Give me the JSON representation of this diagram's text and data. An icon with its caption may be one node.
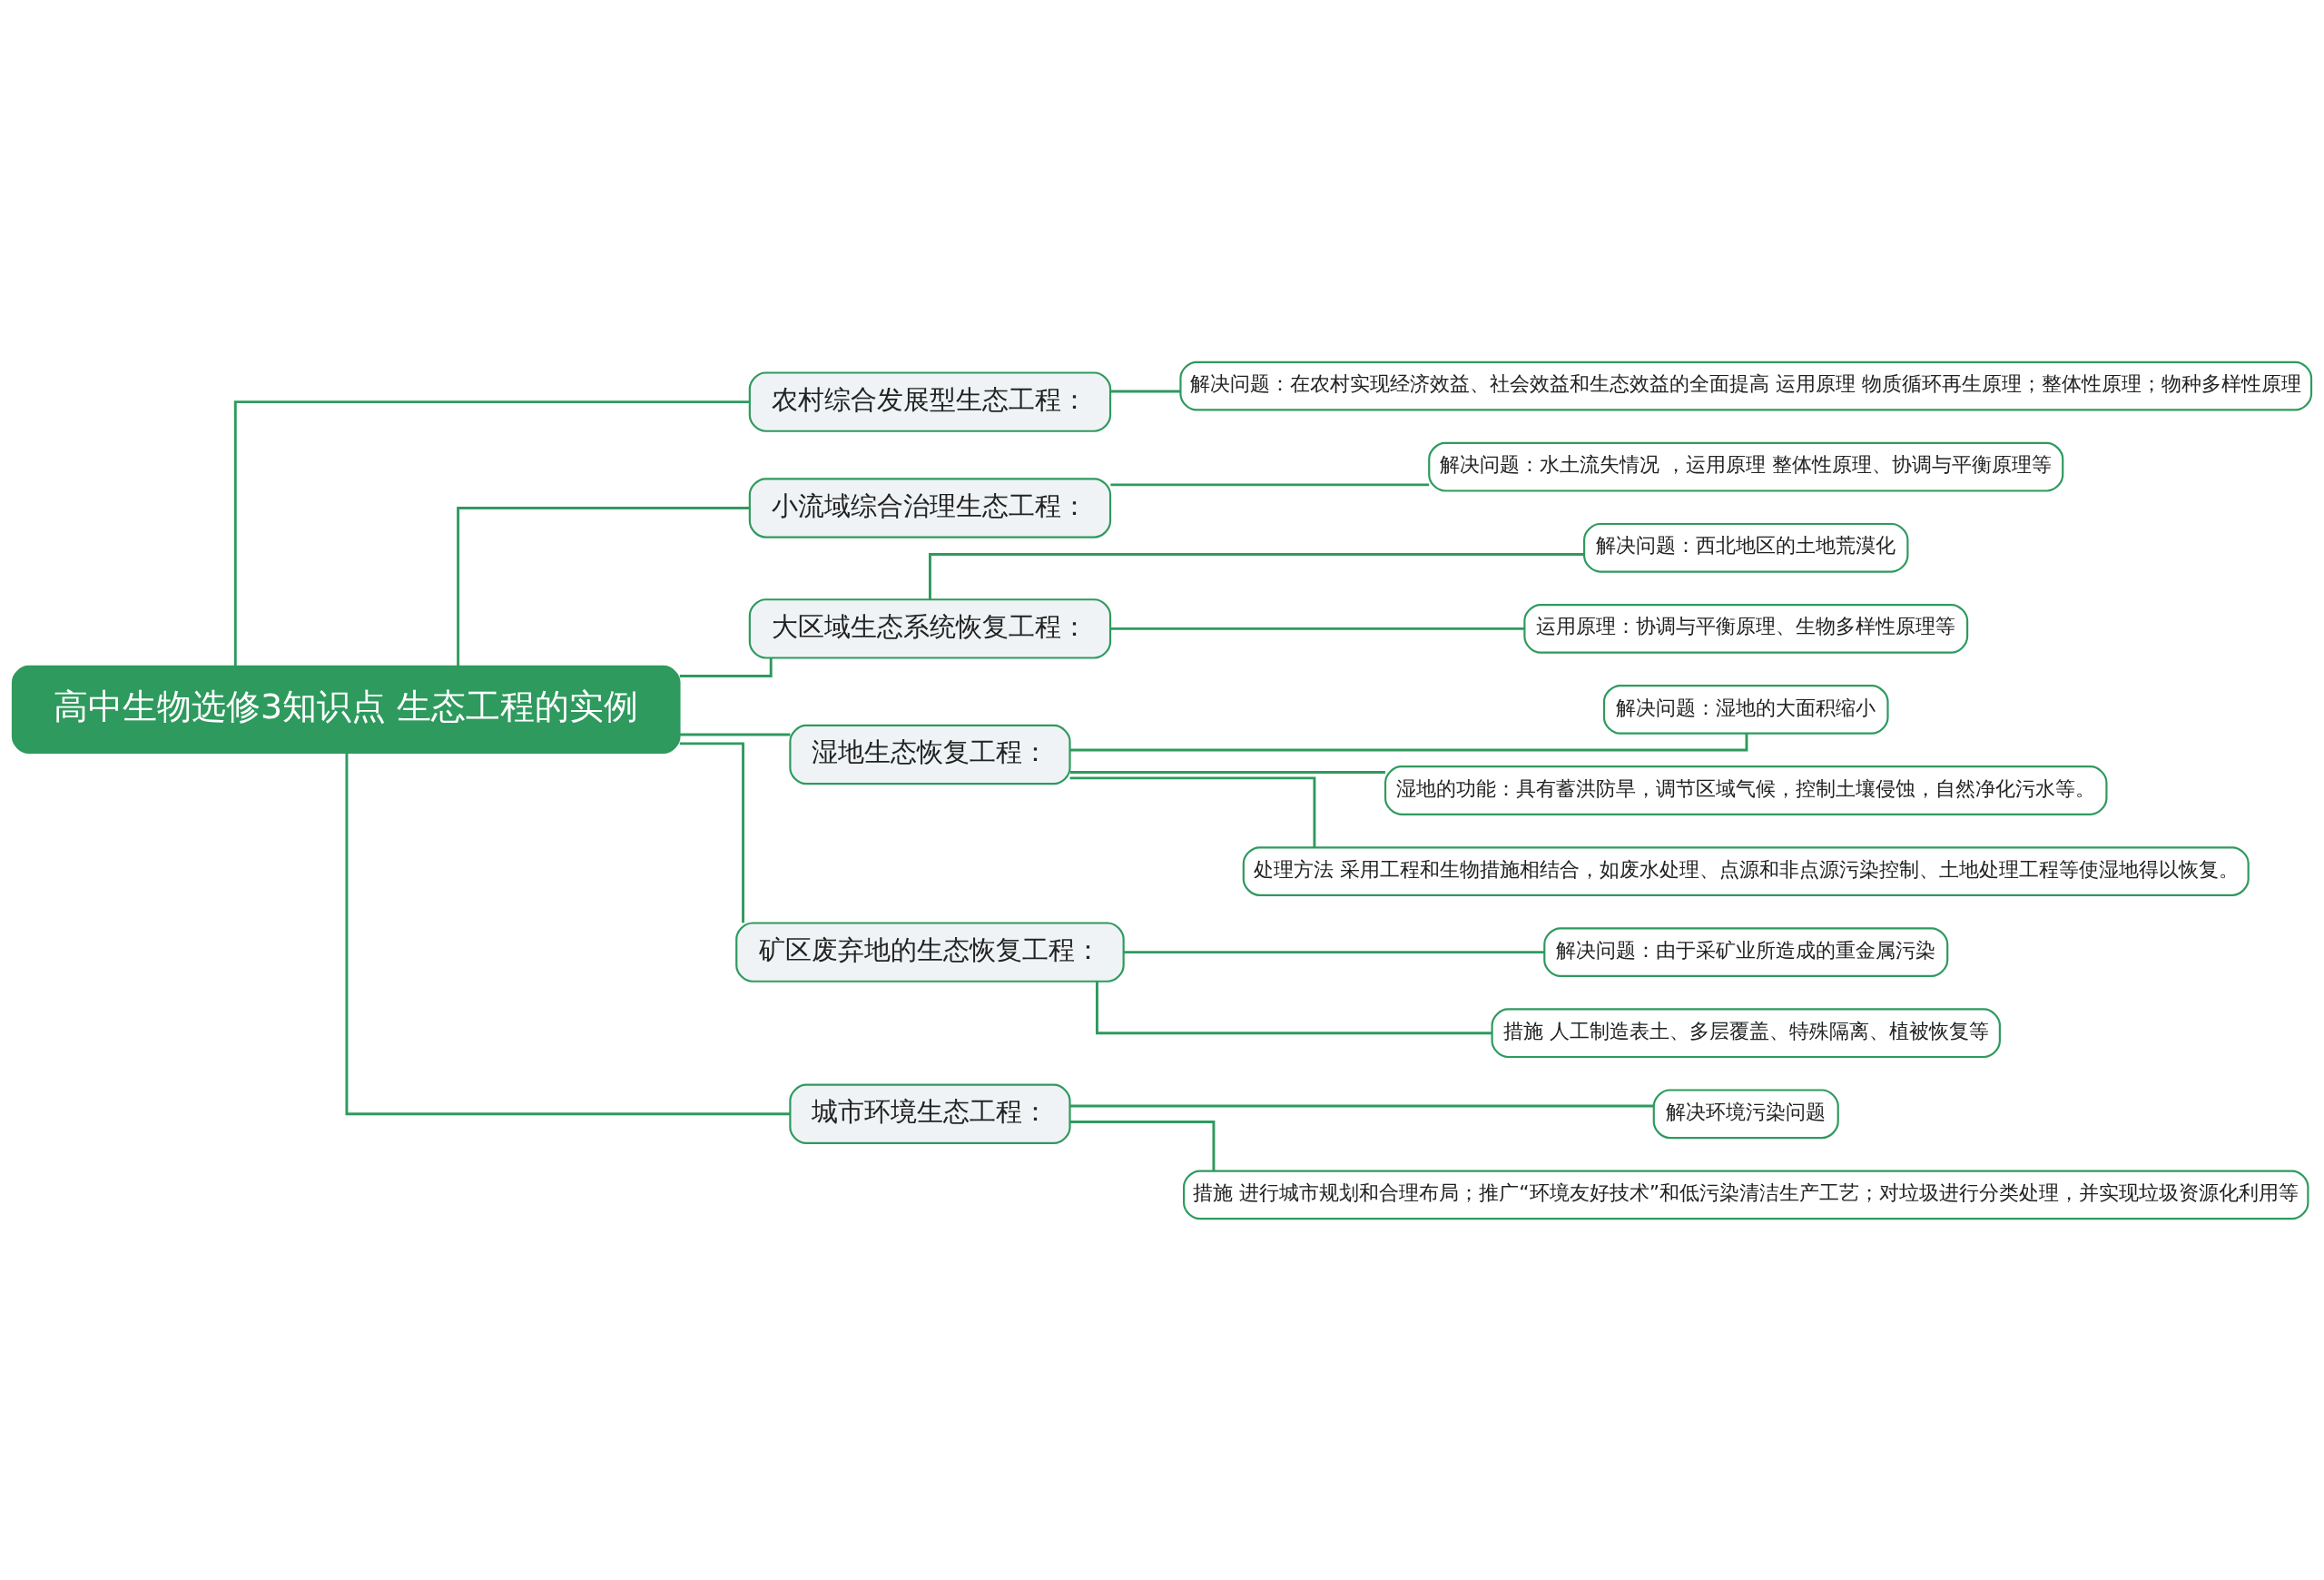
{
  "diagram": {
    "nodes": [
      {
        "text": [
          "高中生物选修3知识点 生态工程的实例"
        ]
      },
      {
        "text": [
          "农村综合发展型生态工程："
        ]
      },
      {
        "text": [
          "解决问题：在农村实现经济效益、社会效益和生态效益的全面提高 运用原理 物质循环再生原理；整体性原理；物种多样性原理"
        ]
      },
      {
        "text": [
          "小流域综合治理生态工程："
        ]
      },
      {
        "text": [
          "解决问题：水土流失情况 ，运用原理 整体性原理、协调与平衡原理等"
        ]
      },
      {
        "text": [
          "大区域生态系统恢复工程："
        ]
      },
      {
        "text": [
          "解决问题：西北地区的土地荒漠化"
        ]
      },
      {
        "text": [
          "运用原理：协调与平衡原理、生物多样性原理等"
        ]
      },
      {
        "text": [
          "湿地生态恢复工程："
        ]
      },
      {
        "text": [
          "解决问题：湿地的大面积缩小"
        ]
      },
      {
        "text": [
          "湿地的功能：具有蓄洪防旱，调节区域气候，控制土壤侵蚀，自然净化污水等。"
        ]
      },
      {
        "text": [
          "处理方法 采用工程和生物措施相结合，如废水处理、点源和非点源污染控制、土地处理工程等使湿地得以恢复。"
        ]
      },
      {
        "text": [
          "矿区废弃地的生态恢复工程："
        ]
      },
      {
        "text": [
          "解决问题：由于采矿业所造成的重金属污染"
        ]
      },
      {
        "text": [
          "措施 人工制造表土、多层覆盖、特殊隔离、植被恢复等"
        ]
      },
      {
        "text": [
          "城市环境生态工程："
        ]
      },
      {
        "text": [
          "解决环境污染问题"
        ]
      },
      {
        "text": [
          "措施 进行城市规划和合理布局；推广“环境友好技术”和低污染清洁生产工艺；对垃圾进行分类处理，并实现垃圾资源化利用等"
        ]
      }
    ],
    "edges": [
      {
        "from": 0,
        "to": 1,
        "arrow": "none"
      },
      {
        "from": 0,
        "to": 3,
        "arrow": "none"
      },
      {
        "from": 0,
        "to": 5,
        "arrow": "none"
      },
      {
        "from": 0,
        "to": 8,
        "arrow": "none"
      },
      {
        "from": 0,
        "to": 12,
        "arrow": "none"
      },
      {
        "from": 0,
        "to": 15,
        "arrow": "none"
      },
      {
        "from": 1,
        "to": 2,
        "arrow": "none"
      },
      {
        "from": 3,
        "to": 4,
        "arrow": "none"
      },
      {
        "from": 5,
        "to": 6,
        "arrow": "none"
      },
      {
        "from": 5,
        "to": 7,
        "arrow": "none"
      },
      {
        "from": 8,
        "to": 9,
        "arrow": "none"
      },
      {
        "from": 8,
        "to": 10,
        "arrow": "none"
      },
      {
        "from": 8,
        "to": 11,
        "arrow": "none"
      },
      {
        "from": 12,
        "to": 13,
        "arrow": "none"
      },
      {
        "from": 12,
        "to": 14,
        "arrow": "none"
      },
      {
        "from": 15,
        "to": 16,
        "arrow": "none"
      },
      {
        "from": 15,
        "to": 17,
        "arrow": "none"
      }
    ]
  }
}
